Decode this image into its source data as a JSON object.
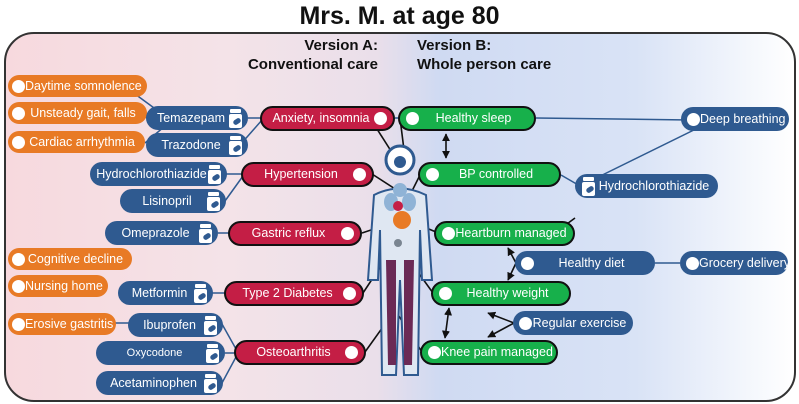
{
  "title": "Mrs. M. at age 80",
  "version_a": {
    "line1": "Version A:",
    "line2": "Conventional care"
  },
  "version_b": {
    "line1": "Version B:",
    "line2": "Whole person care"
  },
  "conditions": {
    "anxiety": "Anxiety, insomnia",
    "hypertension": "Hypertension",
    "reflux": "Gastric reflux",
    "diabetes": "Type 2 Diabetes",
    "osteoarthritis": "Osteoarthritis"
  },
  "medications": {
    "temazepam": "Temazepam",
    "trazodone": "Trazodone",
    "hctz_a": "Hydrochlorothiazide",
    "lisinopril": "Lisinopril",
    "omeprazole": "Omeprazole",
    "metformin": "Metformin",
    "ibuprofen": "Ibuprofen",
    "oxycodone": "Oxycodone",
    "acetaminophen": "Acetaminophen",
    "hctz_b": "Hydrochlorothiazide"
  },
  "side_effects": {
    "somnolence": "Daytime somnolence",
    "gait": "Unsteady gait, falls",
    "arrhythmia": "Cardiac arrhythmia",
    "cognitive": "Cognitive decline",
    "nursing": "Nursing home",
    "gastritis": "Erosive gastritis"
  },
  "outcomes": {
    "sleep": "Healthy sleep",
    "bp": "BP controlled",
    "heartburn": "Heartburn managed",
    "weight": "Healthy weight",
    "knee": "Knee pain managed"
  },
  "interventions": {
    "breathing": "Deep breathing",
    "diet": "Healthy diet",
    "grocery": "Grocery delivery",
    "exercise": "Regular exercise"
  },
  "colors": {
    "condition_red": "#c41e45",
    "outcome_green": "#17b04b",
    "medication_blue": "#2f5a90",
    "side_effect_orange": "#e87a25"
  }
}
